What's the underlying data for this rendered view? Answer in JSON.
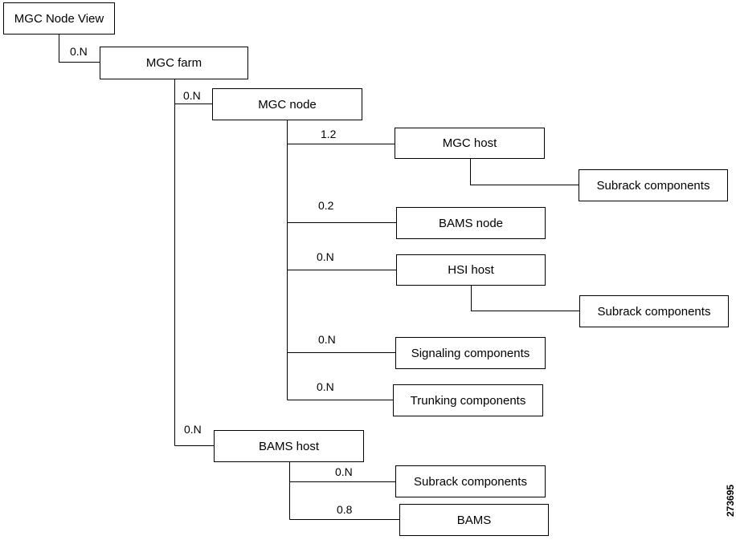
{
  "nodes": {
    "mgc_node_view": "MGC Node View",
    "mgc_farm": "MGC farm",
    "mgc_node": "MGC node",
    "mgc_host": "MGC host",
    "mgc_host_subrack": "Subrack components",
    "bams_node": "BAMS node",
    "hsi_host": "HSI host",
    "hsi_host_subrack": "Subrack components",
    "signaling_components": "Signaling components",
    "trunking_components": "Trunking components",
    "bams_host": "BAMS host",
    "bams_host_subrack": "Subrack components",
    "bams": "BAMS"
  },
  "multiplicities": {
    "view_to_farm": "0.N",
    "farm_to_node": "0.N",
    "node_to_mgc_host": "1.2",
    "node_to_bams_node": "0.2",
    "node_to_hsi_host": "0.N",
    "node_to_signaling": "0.N",
    "node_to_trunking": "0.N",
    "farm_to_bams_host": "0.N",
    "bams_host_to_subrack": "0.N",
    "bams_host_to_bams": "0.8"
  },
  "figure_id": "273695"
}
